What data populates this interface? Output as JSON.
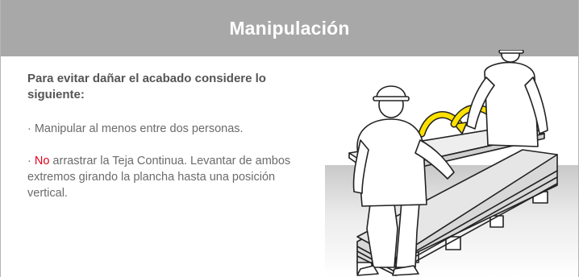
{
  "header": {
    "title": "Manipulación"
  },
  "content": {
    "lead": "Para evitar dañar el acabado considere lo siguiente:",
    "item1": "· Manipular al menos entre dos personas.",
    "item2_prefix": "· ",
    "item2_highlight": "No",
    "item2_rest": " arrastrar la Teja Continua. Levantar de ambos extremos  girando la plancha hasta una posición vertical."
  },
  "colors": {
    "header_bg": "#a8a8a8",
    "highlight": "#e0001b",
    "arrow": "#ffe100"
  },
  "illustration": {
    "subject": "two-workers-lifting-sheet-icon"
  }
}
